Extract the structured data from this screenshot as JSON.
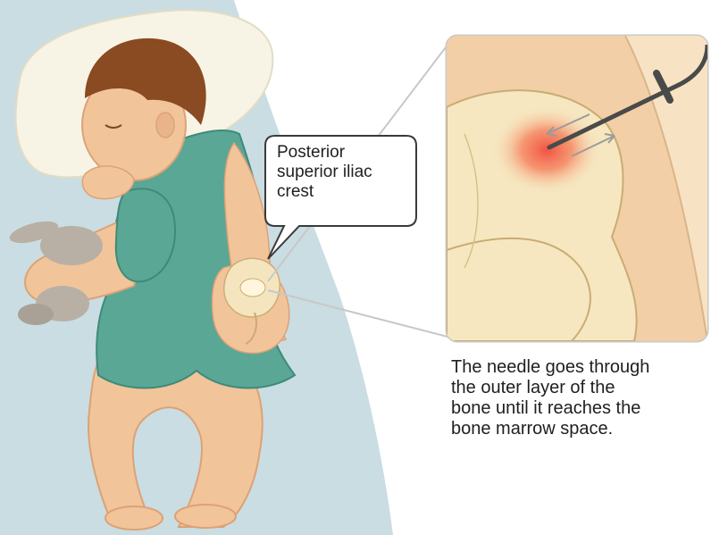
{
  "callout": {
    "lines": [
      "Posterior",
      "superior iliac",
      "crest"
    ]
  },
  "caption": {
    "lines": [
      "The needle goes through",
      "the outer layer of the",
      "bone until it reaches the",
      "bone marrow space."
    ]
  },
  "colors": {
    "sheet": "#c9dde3",
    "gown": "#5aa795",
    "gown_dark": "#3f8a7a",
    "skin": "#f2c49a",
    "skin_shade": "#dca277",
    "hair": "#8a4a22",
    "pillow": "#f7f4e6",
    "bone": "#f6e7c0",
    "bone_edge": "#c9ac74",
    "marrow_red": "#f24a3d",
    "toy": "#b8b0a5",
    "needle": "#4a4a4a"
  },
  "icons": {
    "needle": "bone-marrow-needle-icon",
    "pelvis": "pelvis-bone-icon",
    "toy": "stuffed-toy-icon"
  }
}
